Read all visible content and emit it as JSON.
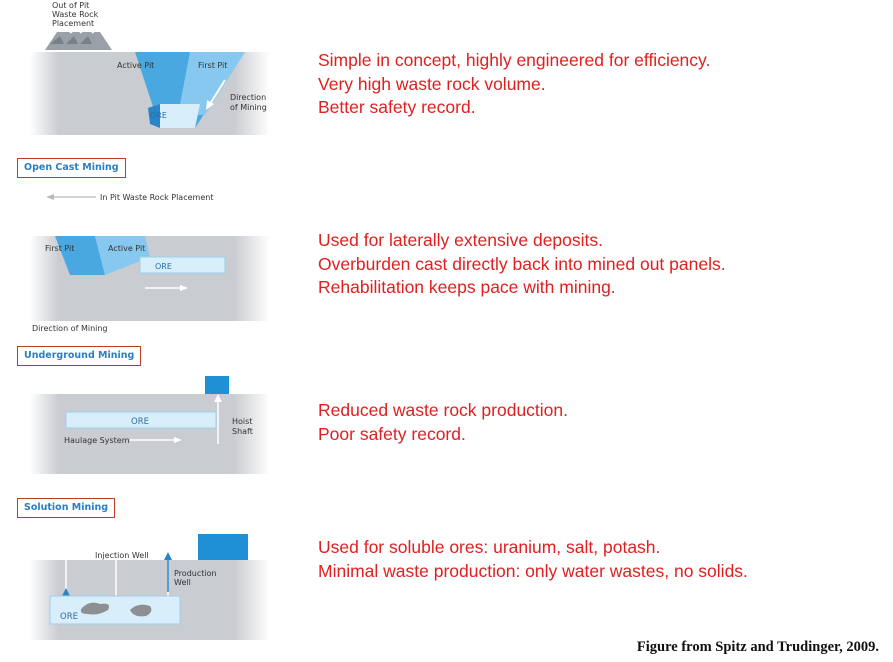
{
  "panels": [
    {
      "id": "open-pit",
      "section_label": "",
      "diagram_labels": {
        "waste": "Out of Pit Waste Rock Placement",
        "waste_lines": [
          "Out of Pit",
          "Waste Rock",
          "Placement"
        ],
        "active_pit": "Active Pit",
        "first_pit": "First Pit",
        "ore": "ORE",
        "direction_lines": [
          "Direction",
          "of Mining"
        ]
      },
      "description": [
        "Simple in concept, highly engineered for efficiency.",
        "Very high waste rock volume.",
        "Better safety record."
      ]
    },
    {
      "id": "open-cast",
      "section_label": "Open Cast Mining",
      "diagram_labels": {
        "in_pit_waste": "In Pit Waste Rock Placement",
        "first_pit": "First Pit",
        "active_pit": "Active Pit",
        "ore": "ORE",
        "direction": "Direction of Mining"
      },
      "description": [
        "Used for laterally extensive deposits.",
        "Overburden cast directly back into mined out panels.",
        "Rehabilitation keeps pace with mining."
      ]
    },
    {
      "id": "underground",
      "section_label": "Underground Mining",
      "diagram_labels": {
        "ore": "ORE",
        "haulage": "Haulage System",
        "hoist_lines": [
          "Hoist",
          "Shaft"
        ]
      },
      "description": [
        "Reduced waste rock production.",
        "Poor safety record."
      ]
    },
    {
      "id": "solution",
      "section_label": "Solution Mining",
      "diagram_labels": {
        "injection": "Injection Well",
        "production_lines": [
          "Production",
          "Well"
        ],
        "ore": "ORE"
      },
      "description": [
        "Used for soluble ores: uranium, salt, potash.",
        "Minimal waste production: only water wastes, no solids."
      ]
    }
  ],
  "credit": "Figure from Spitz and Trudinger, 2009.",
  "colors": {
    "text_red": "#e02020",
    "label_blue": "#2a7fc1",
    "label_border": "#c0392b",
    "ground": "#c9ccd1",
    "ore": "#d8eefa",
    "pit_blue": "#4aa8e0"
  }
}
